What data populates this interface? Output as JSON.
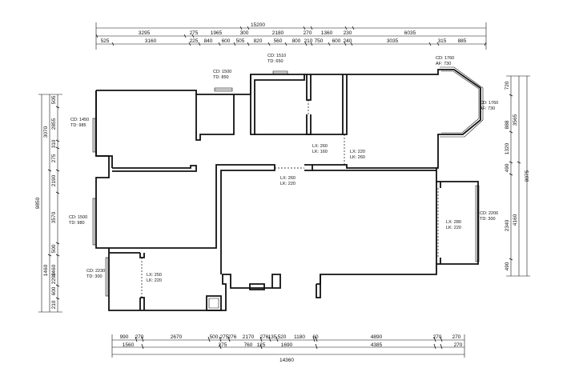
{
  "dims_top": {
    "total": "15200",
    "row1": [
      "3295",
      "275",
      "1965",
      "300",
      "2180",
      "270",
      "1360",
      "230",
      "6035"
    ],
    "row2": [
      "525",
      "3160",
      "225",
      "840",
      "600",
      "505",
      "820",
      "560",
      "800",
      "210",
      "750",
      "600",
      "240",
      "3035",
      "315",
      "885"
    ]
  },
  "dims_bottom": {
    "total": "14360",
    "row1": [
      "990",
      "270",
      "2670",
      "500",
      "275",
      "276",
      "2170",
      "276",
      "135",
      "520",
      "1180",
      "60",
      "4890",
      "270",
      "270"
    ],
    "row2": [
      "1560",
      "275",
      "760",
      "125",
      "1690",
      "4385",
      "270"
    ]
  },
  "dims_left": {
    "total": "9850",
    "row1": [
      "505",
      "2855",
      "310",
      "275",
      "2190",
      "3570",
      "500",
      "1460",
      "2290",
      "600",
      "210"
    ],
    "row2": [
      "3070",
      "1460"
    ]
  },
  "dims_right": {
    "total": "8075",
    "row1": [
      "720",
      "888",
      "1320",
      "490",
      "2340",
      "490"
    ],
    "row2": [
      "3565",
      "4160"
    ]
  },
  "labels": [
    {
      "id": "win-left-top",
      "l1": "CD: 1450",
      "l2": "TD: 985"
    },
    {
      "id": "win-left-mid",
      "l1": "CD: 1500",
      "l2": "TD: 980"
    },
    {
      "id": "win-left-bottom",
      "l1": "CD: 2230",
      "l2": "TD: 300"
    },
    {
      "id": "win-top-a",
      "l1": "CD: 1500",
      "l2": "TD: 850"
    },
    {
      "id": "win-top-b",
      "l1": "CD: 1510",
      "l2": "TD: 650"
    },
    {
      "id": "win-bay-top",
      "l1": "CD: 1760",
      "l2": "AF: 730"
    },
    {
      "id": "win-bay-right",
      "l1": "CD: 1760",
      "l2": "AF: 730"
    },
    {
      "id": "win-right",
      "l1": "CD: 2206",
      "l2": "TD: 300"
    },
    {
      "id": "door-center",
      "l1": "LX: 260",
      "l2": "LK: 160"
    },
    {
      "id": "door-right-small",
      "l1": "LX: 220",
      "l2": "LK: 260"
    },
    {
      "id": "door-mid",
      "l1": "LX: 260",
      "l2": "LK: 220"
    },
    {
      "id": "door-left-bottom",
      "l1": "LX: 250",
      "l2": "LK: 220"
    },
    {
      "id": "door-right-big",
      "l1": "LX: 280",
      "l2": "LK: 220"
    }
  ]
}
